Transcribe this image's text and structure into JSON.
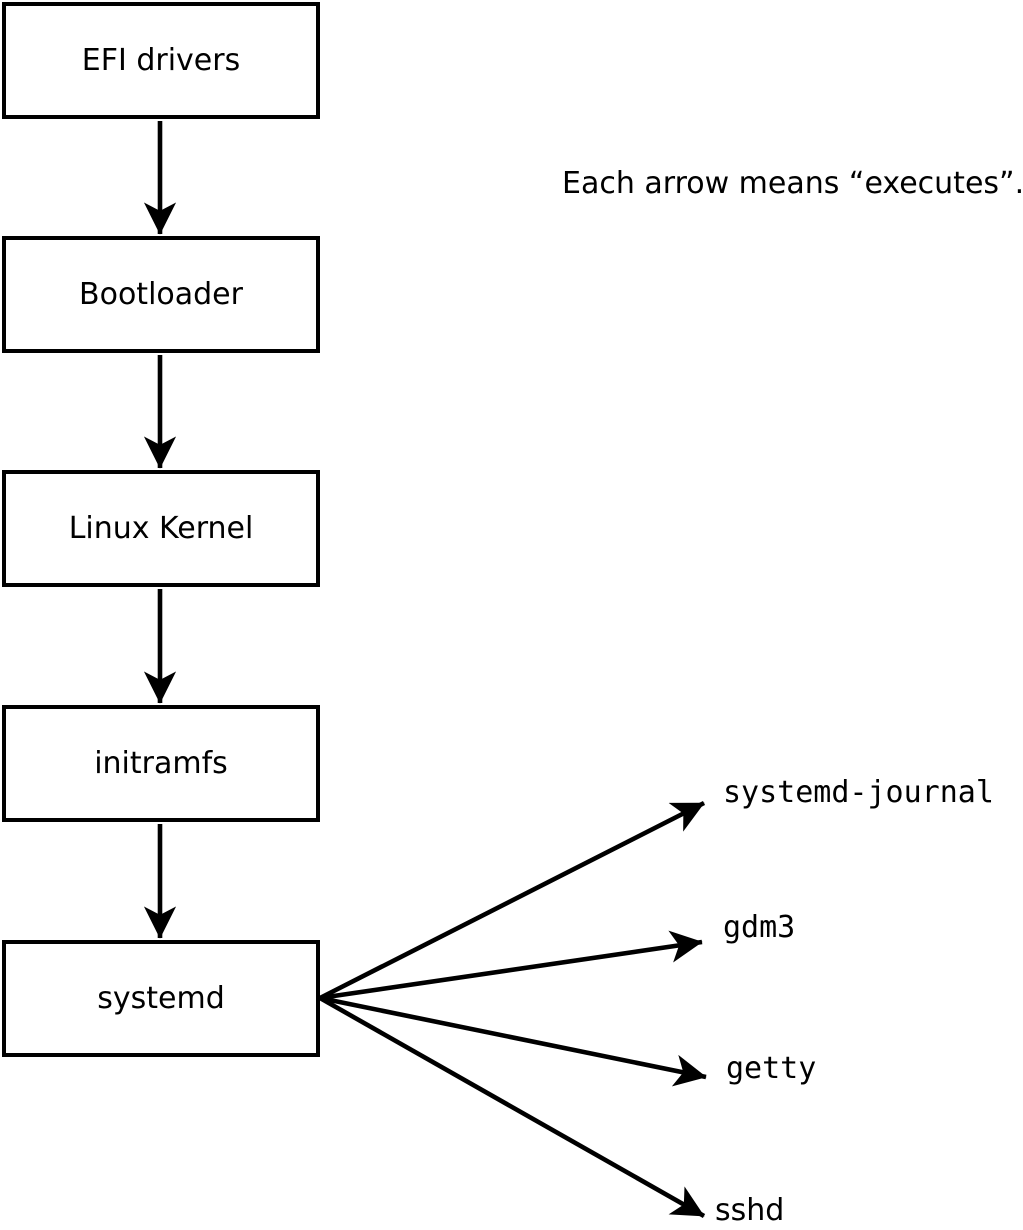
{
  "diagram": {
    "note": "Each arrow means “executes”.",
    "boot_sequence": [
      {
        "label": "EFI drivers"
      },
      {
        "label": "Bootloader"
      },
      {
        "label": "Linux Kernel"
      },
      {
        "label": "initramfs"
      },
      {
        "label": "systemd"
      }
    ],
    "spawned_services": [
      {
        "label": "systemd-journal"
      },
      {
        "label": "gdm3"
      },
      {
        "label": "getty"
      },
      {
        "label": "sshd"
      }
    ],
    "colors": {
      "stroke": "#000000",
      "box_fill": "#ffffff",
      "background": "#ffffff"
    }
  }
}
